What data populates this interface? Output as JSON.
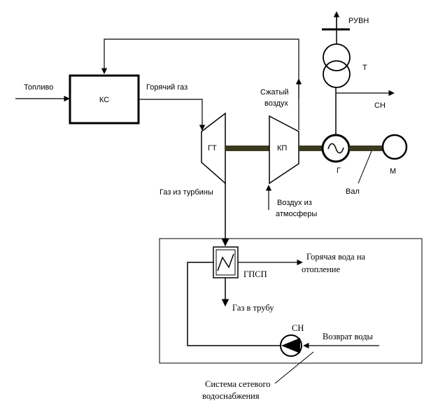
{
  "labels": {
    "fuel": "Топливо",
    "combustion_chamber": "КС",
    "hot_gas": "Горячий газ",
    "compressed_air_line1": "Сжатый",
    "compressed_air_line2": "воздух",
    "gas_turbine": "ГТ",
    "compressor": "КП",
    "generator": "Г",
    "motor": "М",
    "shaft": "Вал",
    "transformer": "Т",
    "switchgear": "РУВН",
    "own_needs": "СН",
    "turbine_exhaust": "Газ из турбины",
    "atm_air_line1": "Воздух из",
    "atm_air_line2": "атмосферы",
    "heat_exchanger": "ГПСП",
    "hot_water_line1": "Горячая вода на",
    "hot_water_line2": "отопление",
    "gas_to_stack": "Газ в трубу",
    "pump": "СН",
    "water_return": "Возврат воды",
    "system_line1": "Системa сетевого",
    "system_line2": "водоснабжения"
  }
}
